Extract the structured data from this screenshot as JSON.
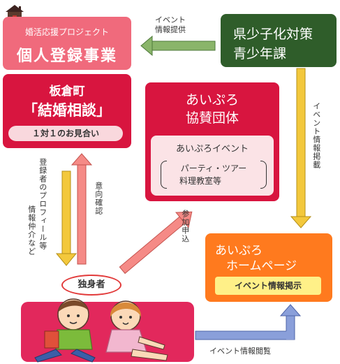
{
  "boxes": {
    "top_left": {
      "title_small": "婚活応援プロジェクト",
      "title_large": "個人登録事業"
    },
    "soudan": {
      "title_1": "板倉町",
      "title_2": "「結婚相談」",
      "badge": "１対１のお見合い"
    },
    "prefecture": {
      "line1": "県少子化対策",
      "line2": "青少年課"
    },
    "aipuro_group": {
      "line1": "あいぷろ",
      "line2": "協賛団体",
      "inner_title": "あいぷろイベント",
      "inner_line1": "パーティ・ツアー",
      "inner_line2": "料理教室等"
    },
    "homepage": {
      "line1": "あいぷろ",
      "line2": "ホームページ",
      "badge": "イベント情報掲示"
    }
  },
  "labels": {
    "event_info_provide": "イベント\n情報提供",
    "event_info_post": "イベント情報掲載",
    "registrant_info": "登録者のプロフィール等",
    "info_mediation": "情報仲介など",
    "intention": "意向確認",
    "participation": "参加申込",
    "event_browse": "イベント情報閲覧",
    "singles": "独身者"
  },
  "colors": {
    "pink": "#f06a7c",
    "red": "#d8153f",
    "green": "#2f5d2a",
    "orange": "#ff7a1e",
    "yellow": "#f0c419"
  }
}
